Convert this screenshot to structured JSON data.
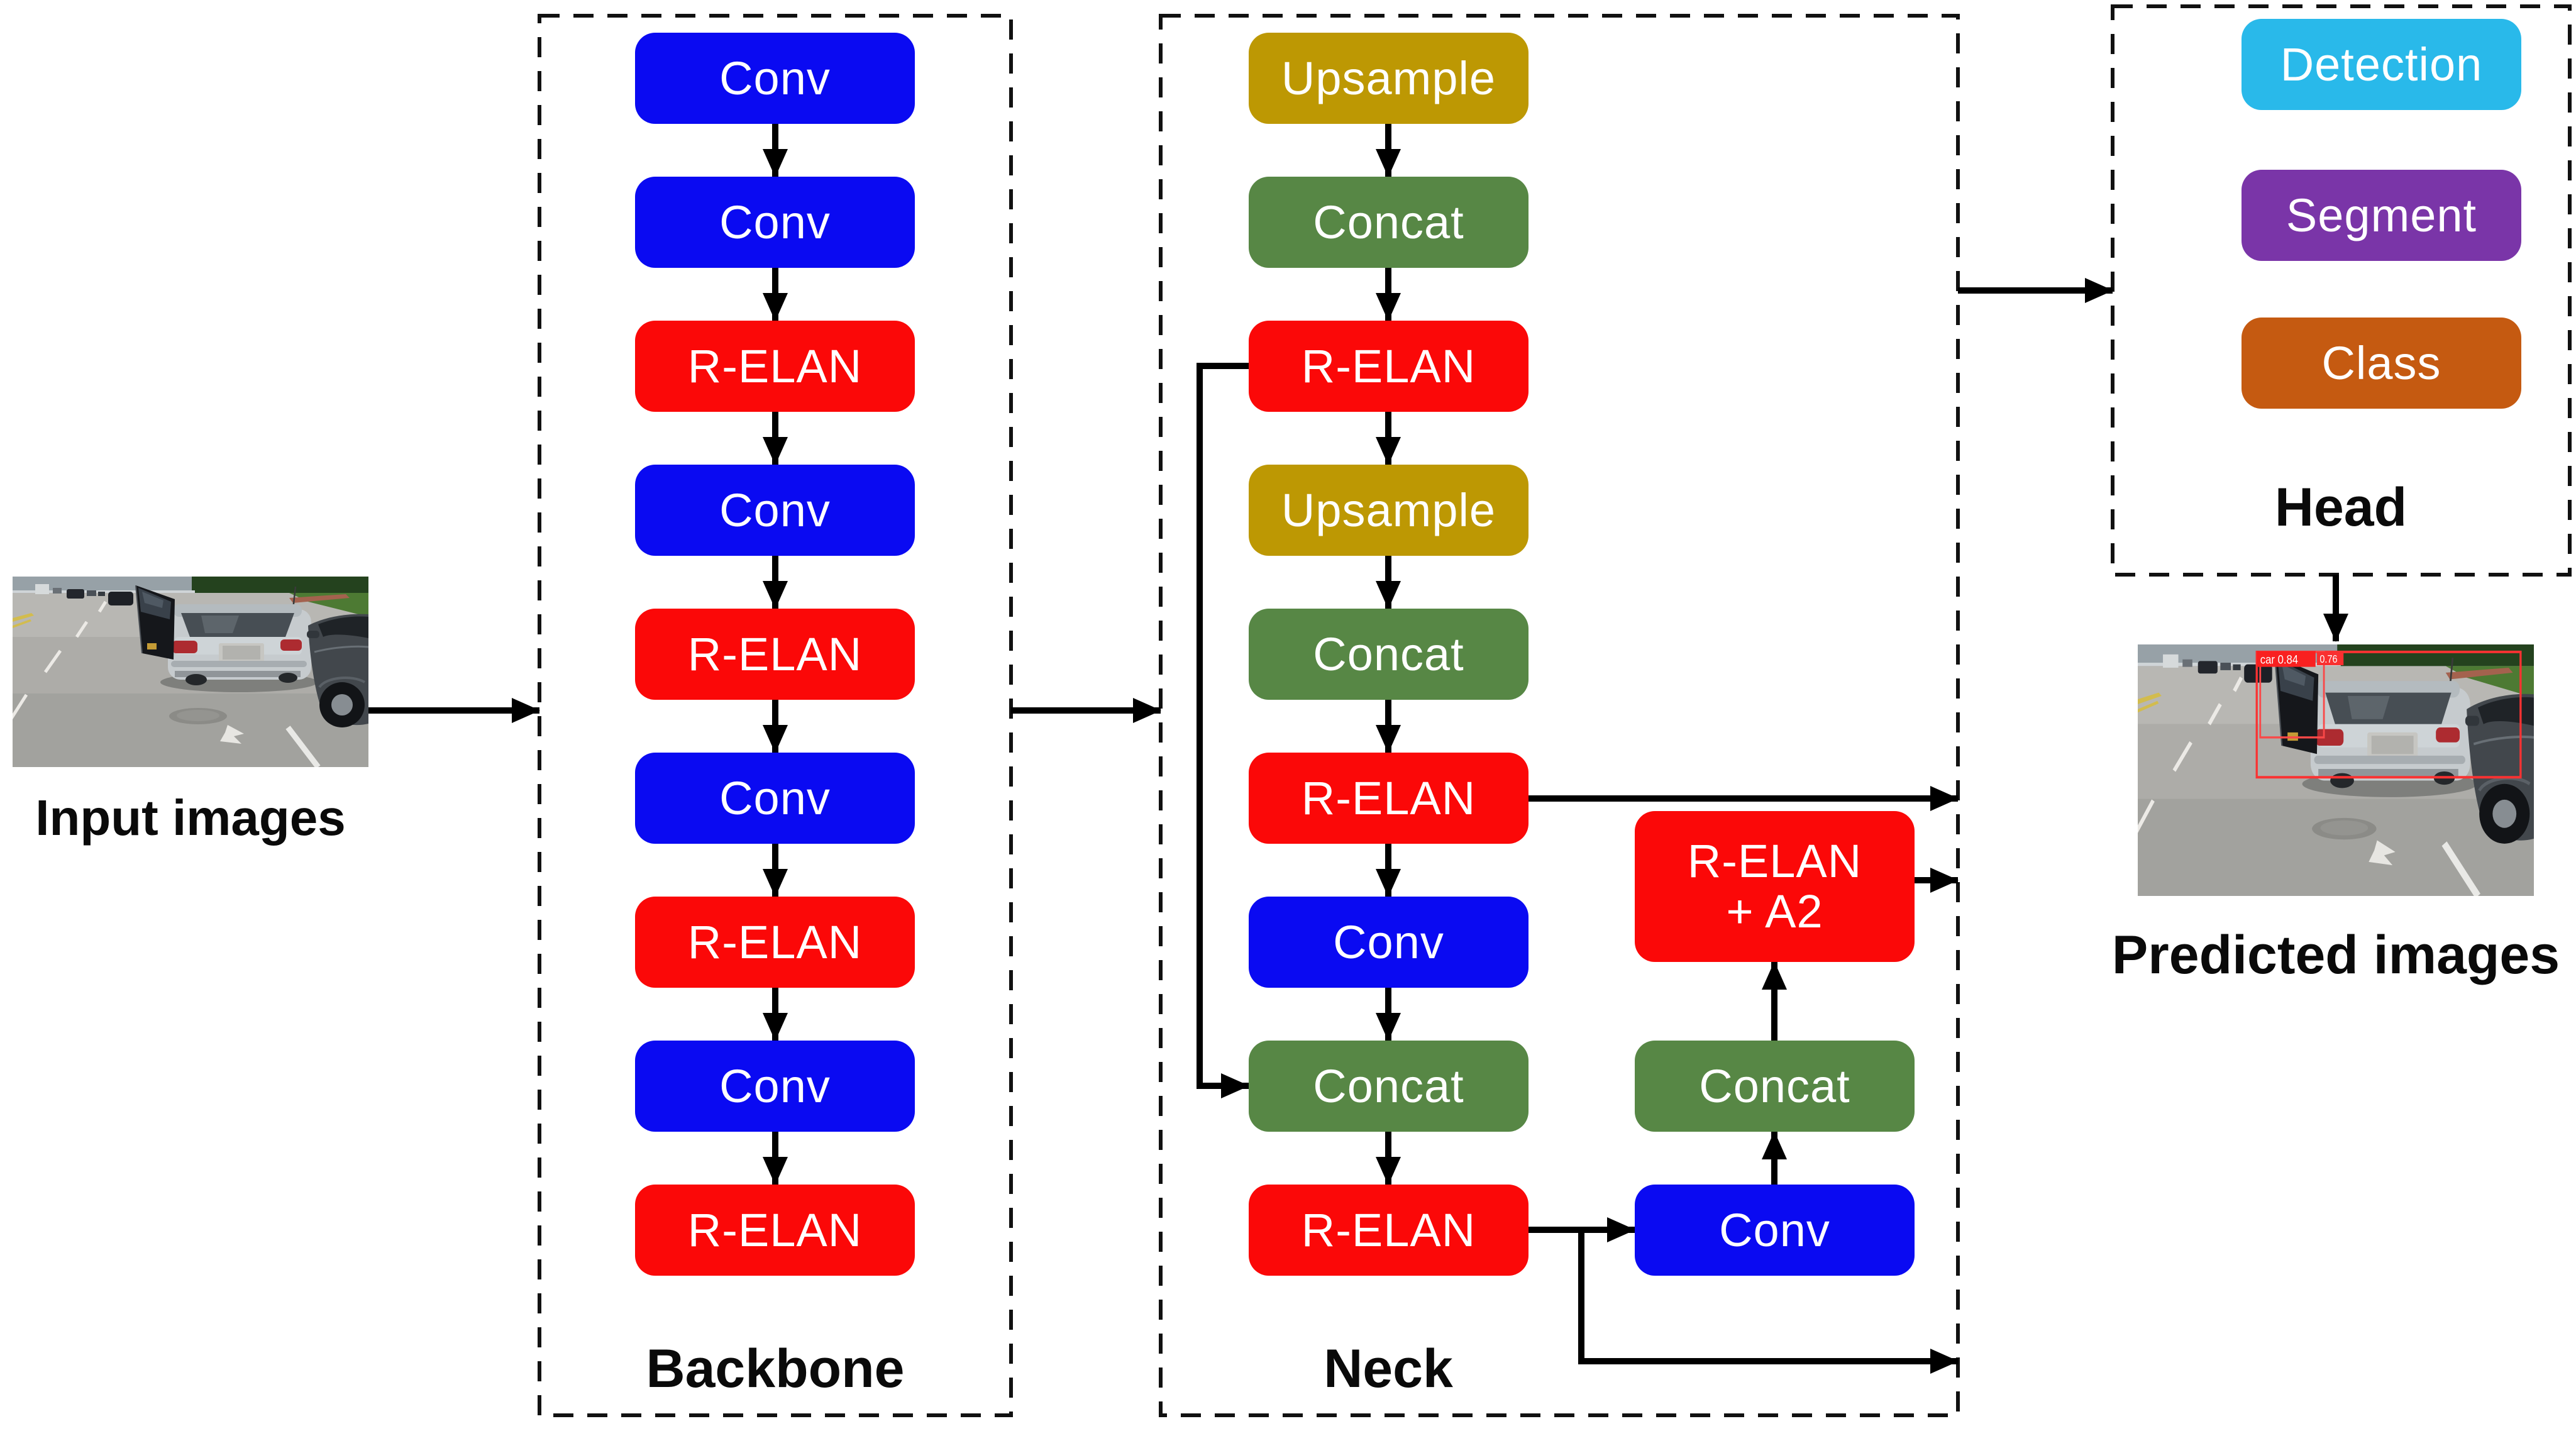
{
  "figure": {
    "input_section": {
      "caption": "Input images"
    },
    "backbone": {
      "label": "Backbone",
      "blocks": [
        {
          "label": "Conv",
          "type": "conv"
        },
        {
          "label": "Conv",
          "type": "conv"
        },
        {
          "label": "R-ELAN",
          "type": "relan"
        },
        {
          "label": "Conv",
          "type": "conv"
        },
        {
          "label": "R-ELAN",
          "type": "relan"
        },
        {
          "label": "Conv",
          "type": "conv"
        },
        {
          "label": "R-ELAN",
          "type": "relan"
        },
        {
          "label": "Conv",
          "type": "conv"
        },
        {
          "label": "R-ELAN",
          "type": "relan"
        }
      ]
    },
    "neck": {
      "label": "Neck",
      "main_column": [
        {
          "label": "Upsample",
          "type": "upsample"
        },
        {
          "label": "Concat",
          "type": "concat"
        },
        {
          "label": "R-ELAN",
          "type": "relan"
        },
        {
          "label": "Upsample",
          "type": "upsample"
        },
        {
          "label": "Concat",
          "type": "concat"
        },
        {
          "label": "R-ELAN",
          "type": "relan"
        },
        {
          "label": "Conv",
          "type": "conv"
        },
        {
          "label": "Concat",
          "type": "concat"
        },
        {
          "label": "R-ELAN",
          "type": "relan"
        }
      ],
      "side_column": [
        {
          "label": "R-ELAN\n+ A2",
          "type": "relan"
        },
        {
          "label": "Concat",
          "type": "concat"
        },
        {
          "label": "Conv",
          "type": "conv"
        }
      ]
    },
    "head": {
      "label": "Head",
      "blocks": [
        {
          "label": "Detection",
          "type": "detection"
        },
        {
          "label": "Segment",
          "type": "segment"
        },
        {
          "label": "Class",
          "type": "class"
        }
      ]
    },
    "output_section": {
      "caption": "Predicted images",
      "detections": [
        {
          "label": "car 0.84"
        },
        {
          "label": "0.76"
        }
      ]
    },
    "colors": {
      "conv": "#0a0af2",
      "relan": "#fb0808",
      "concat": "#578745",
      "upsample": "#bd9803",
      "detection": "#29b9ea",
      "segment": "#7a35a8",
      "class": "#c55a11",
      "arrow": "#000000",
      "dashed_border": "#111111",
      "detection_box": "#fa3232"
    }
  }
}
